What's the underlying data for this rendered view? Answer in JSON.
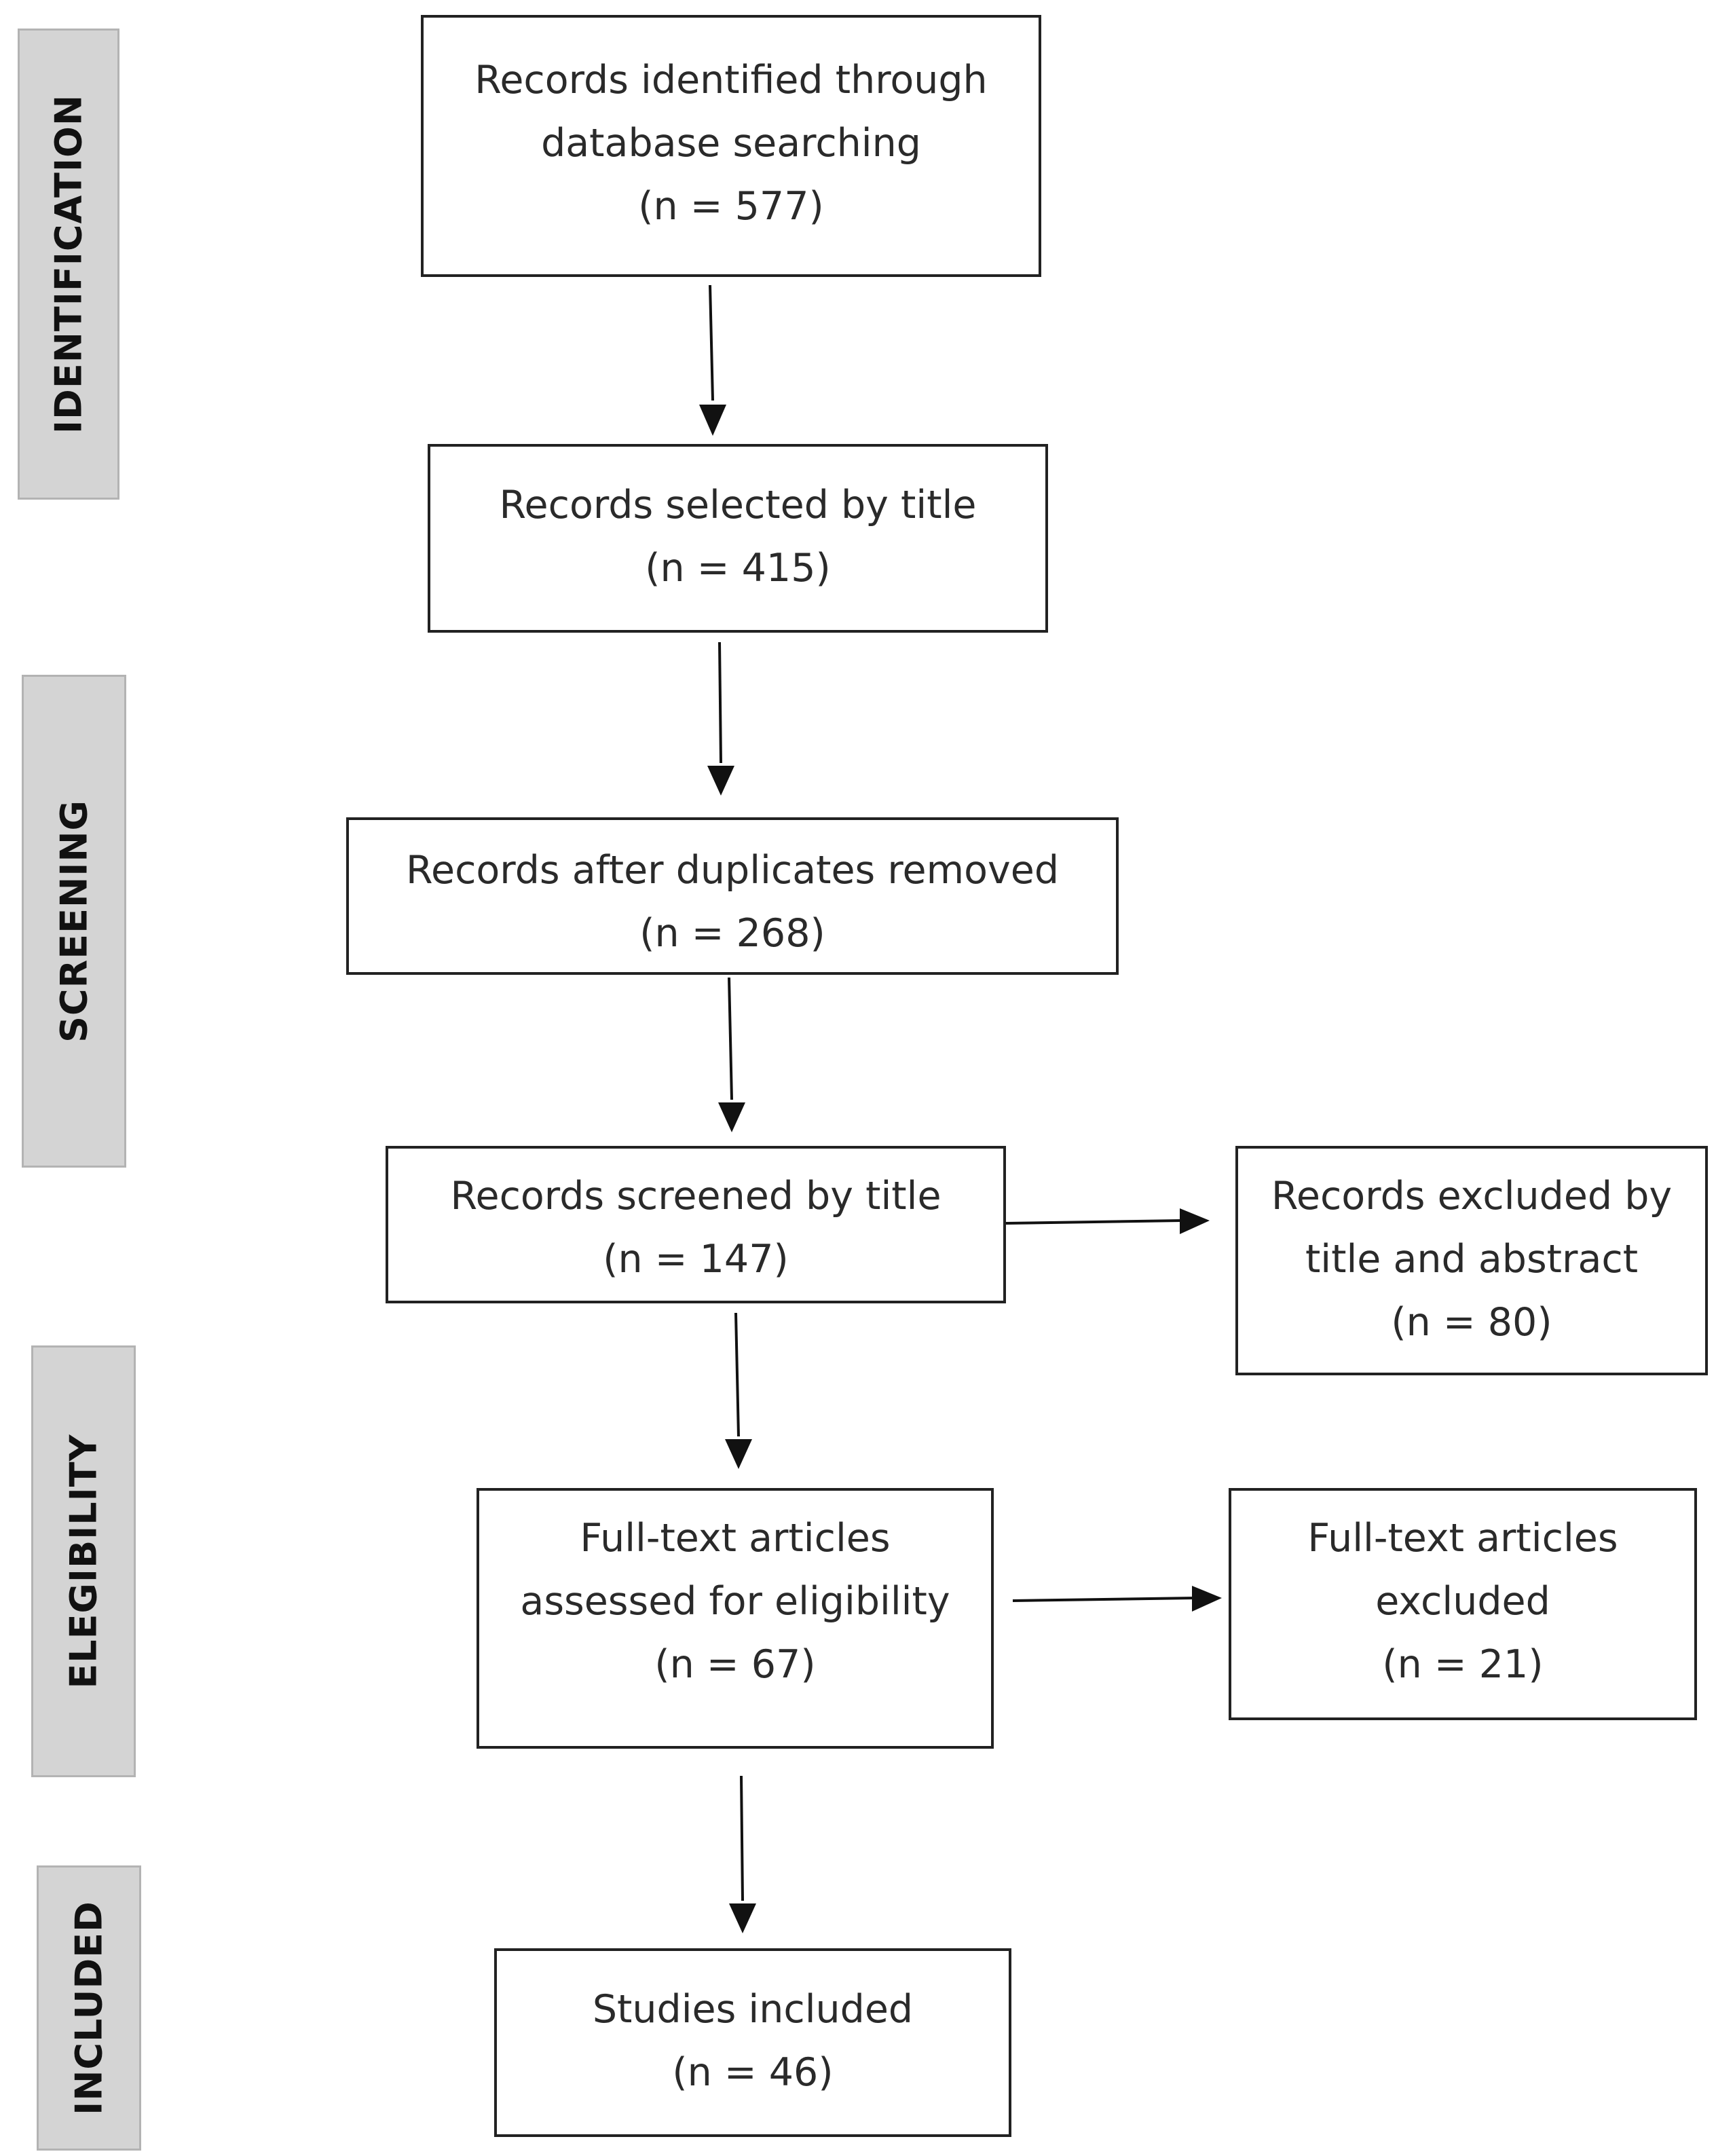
{
  "phases": {
    "identification": "IDENTIFICATION",
    "screening": "SCREENING",
    "eligibility": "ELEGIBILITY",
    "included": "INCLUDED"
  },
  "boxes": {
    "identified": {
      "line1": "Records identified through",
      "line2": "database searching",
      "count": "(n = 577)"
    },
    "selected_by_title": {
      "line1": "Records selected by title",
      "count": "(n = 415)"
    },
    "after_duplicates": {
      "line1": "Records after duplicates removed",
      "count": "(n = 268)"
    },
    "screened_by_title": {
      "line1": "Records screened by title",
      "count": "(n = 147)"
    },
    "excluded_title_abstract": {
      "line1": "Records excluded by",
      "line2": "title and abstract",
      "count": "(n = 80)"
    },
    "assessed_eligibility": {
      "line1": "Full-text articles",
      "line2": "assessed for eligibility",
      "count": "(n = 67)"
    },
    "fulltext_excluded": {
      "line1": "Full-text articles",
      "line2": "excluded",
      "count": "(n = 21)"
    },
    "studies_included": {
      "line1": "Studies included",
      "count": "(n = 46)"
    }
  },
  "colors": {
    "phase_fill": "#d4d4d4",
    "phase_border": "#b3b3b3",
    "box_border": "#222222",
    "arrow": "#111111"
  }
}
